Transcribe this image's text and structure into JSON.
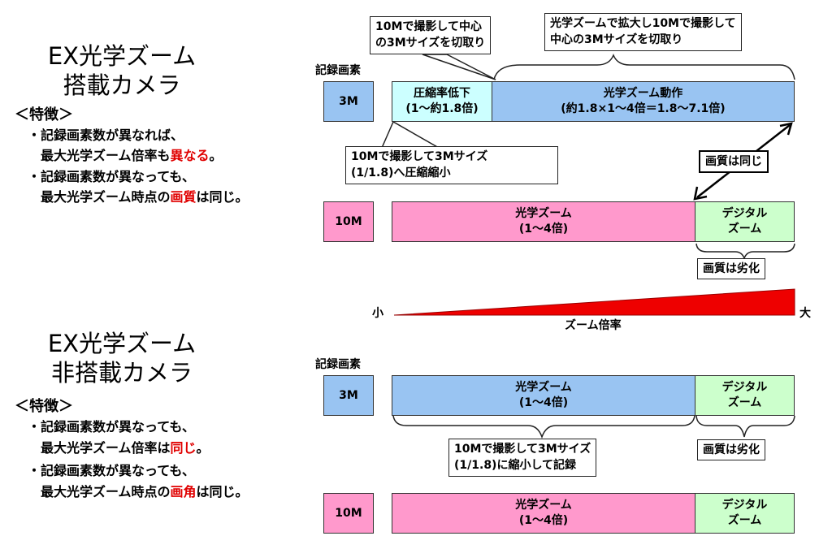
{
  "top": {
    "title1": "EX光学ズーム",
    "title2": "搭載カメラ",
    "features_heading": "＜特徴＞",
    "feature1_line1": "・記録画素数が異なれば、",
    "feature1_line2_pre": "最大光学ズーム倍率も",
    "feature1_line2_red": "異なる",
    "feature1_line2_post": "。",
    "feature2_line1": "・記録画素数が異なっても、",
    "feature2_line2_pre": "最大光学ズーム時点の",
    "feature2_line2_red": "画質",
    "feature2_line2_post": "は同じ。",
    "pixels_label": "記録画素",
    "row3m": {
      "label": "3M",
      "seg1_l1": "圧縮率低下",
      "seg1_l2": "(1～約1.8倍)",
      "seg2_l1": "光学ズーム動作",
      "seg2_l2": "(約1.8×1～4倍＝1.8～7.1倍)"
    },
    "row10m": {
      "label": "10M",
      "seg1_l1": "光学ズーム",
      "seg1_l2": "(1～4倍)",
      "seg2_l1": "デジタル",
      "seg2_l2": "ズーム"
    },
    "callout_crop_l1": "10Mで撮影して中心",
    "callout_crop_l2": "の3Mサイズを切取り",
    "callout_optical_l1": "光学ズームで拡大し10Mで撮影して",
    "callout_optical_l2": "中心の3Mサイズを切取り",
    "callout_compress_l1": "10Mで撮影して3Mサイズ",
    "callout_compress_l2": "(1/1.8)へ圧縮縮小",
    "same_quality": "画質は同じ",
    "degraded": "画質は劣化"
  },
  "scale": {
    "small": "小",
    "large": "大",
    "label": "ズーム倍率"
  },
  "bottom": {
    "title1": "EX光学ズーム",
    "title2": "非搭載カメラ",
    "features_heading": "＜特徴＞",
    "feature1_line1": "・記録画素数が異なっても、",
    "feature1_line2_pre": "最大光学ズーム倍率は",
    "feature1_line2_red": "同じ",
    "feature1_line2_post": "。",
    "feature2_line1": "・記録画素数が異なっても、",
    "feature2_line2_pre": "最大光学ズーム時点の",
    "feature2_line2_red": "画角",
    "feature2_line2_post": "は同じ。",
    "pixels_label": "記録画素",
    "row3m": {
      "label": "3M",
      "seg1_l1": "光学ズーム",
      "seg1_l2": "(1～4倍)",
      "seg2_l1": "デジタル",
      "seg2_l2": "ズーム"
    },
    "row10m": {
      "label": "10M",
      "seg1_l1": "光学ズーム",
      "seg1_l2": "(1～4倍)",
      "seg2_l1": "デジタル",
      "seg2_l2": "ズーム"
    },
    "callout_shrink_l1": "10Mで撮影して3Mサイズ",
    "callout_shrink_l2": "(1/1.8)に縮小して記録",
    "degraded": "画質は劣化"
  },
  "colors": {
    "blue": "#99c4f2",
    "cyan": "#ccffff",
    "pink": "#ff99cc",
    "green": "#ccffcc",
    "red": "#ee0000"
  }
}
